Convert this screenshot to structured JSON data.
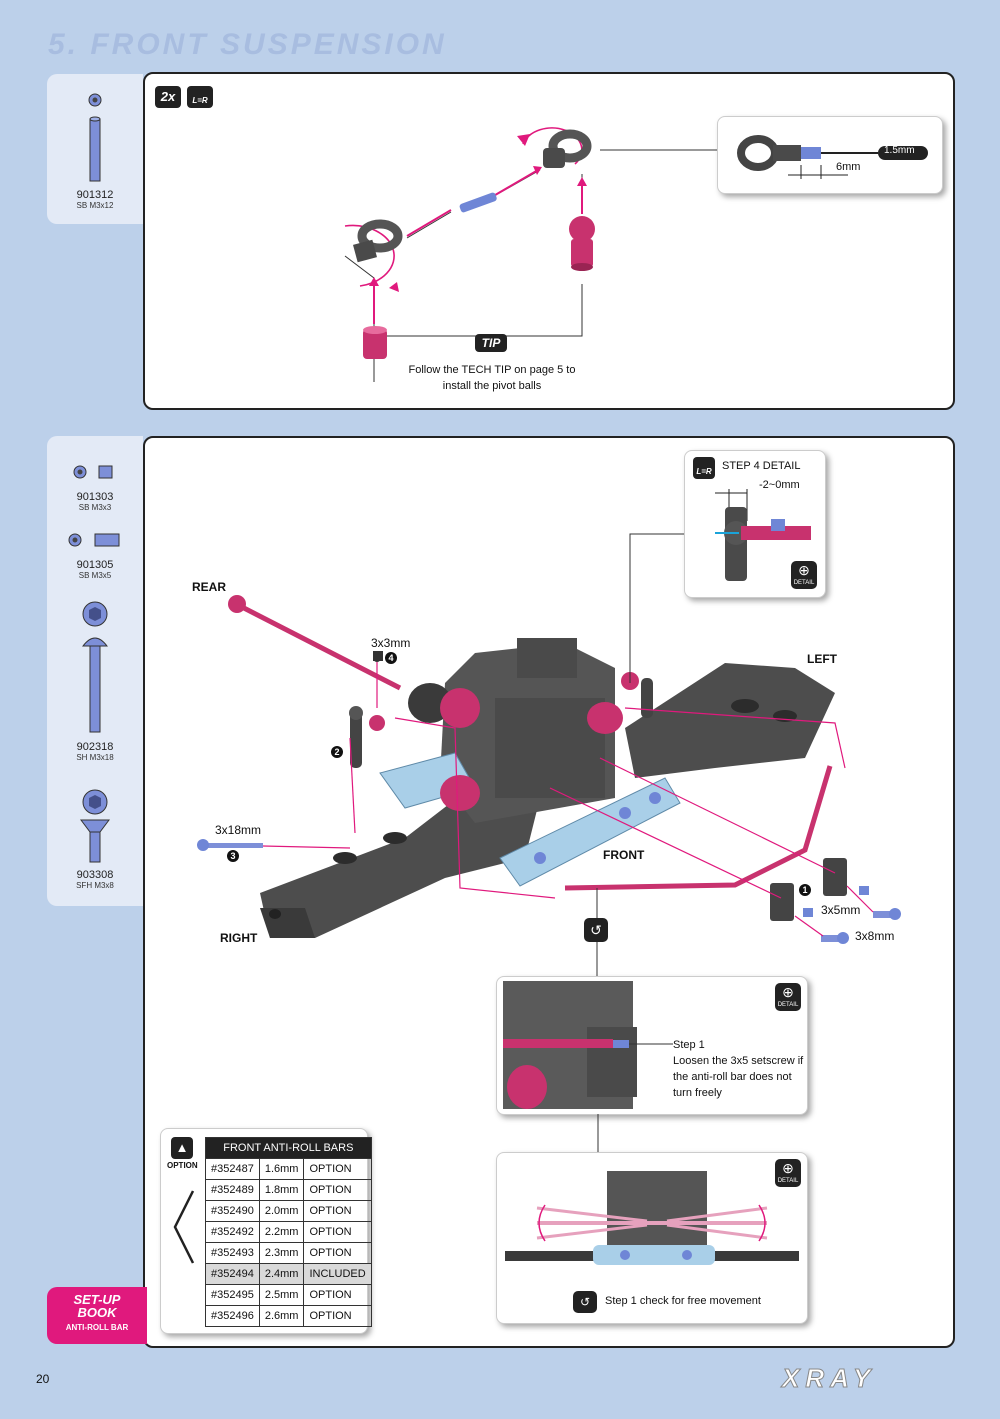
{
  "page": {
    "title": "5. FRONT SUSPENSION",
    "page_number": "20",
    "logo": "XRAY"
  },
  "parts_top": [
    {
      "number": "901312",
      "desc": "SB M3x12"
    }
  ],
  "parts_bottom": [
    {
      "number": "901303",
      "desc": "SB M3x3"
    },
    {
      "number": "901305",
      "desc": "SB M3x5"
    },
    {
      "number": "902318",
      "desc": "SH M3x18"
    },
    {
      "number": "903308",
      "desc": "SFH M3x8"
    }
  ],
  "step1": {
    "qty_badge": "2x",
    "lr_badge": "L=R",
    "tip_badge": "TIP",
    "tip_text_1": "Follow the TECH TIP on page 5 to",
    "tip_text_2": "install the pivot balls",
    "tool_size": "1.5mm",
    "dimension": "6mm"
  },
  "step2": {
    "labels": {
      "rear": "REAR",
      "left": "LEFT",
      "front": "FRONT",
      "right": "RIGHT",
      "screw_3x3": "3x3mm",
      "screw_3x18": "3x18mm",
      "screw_3x5": "3x5mm",
      "screw_3x8": "3x8mm",
      "num_1": "1",
      "num_2": "2",
      "num_3": "3",
      "num_4": "4"
    },
    "detail_top": {
      "lr": "L=R",
      "title": "STEP 4 DETAIL",
      "dimension": "-2~0mm",
      "detail_icon": "DETAIL"
    },
    "detail_mid": {
      "detail_icon": "DETAIL",
      "step": "Step 1",
      "text_1": "Loosen the 3x5 setscrew if",
      "text_2": "the anti-roll bar does not",
      "text_3": "turn freely"
    },
    "detail_bottom": {
      "detail_icon": "DETAIL",
      "text": "Step 1 check for free movement"
    },
    "option_label": "OPTION",
    "table": {
      "header": "FRONT ANTI-ROLL BARS",
      "rows": [
        {
          "part": "#352487",
          "size": "1.6mm",
          "status": "OPTION"
        },
        {
          "part": "#352489",
          "size": "1.8mm",
          "status": "OPTION"
        },
        {
          "part": "#352490",
          "size": "2.0mm",
          "status": "OPTION"
        },
        {
          "part": "#352492",
          "size": "2.2mm",
          "status": "OPTION"
        },
        {
          "part": "#352493",
          "size": "2.3mm",
          "status": "OPTION"
        },
        {
          "part": "#352494",
          "size": "2.4mm",
          "status": "INCLUDED"
        },
        {
          "part": "#352495",
          "size": "2.5mm",
          "status": "OPTION"
        },
        {
          "part": "#352496",
          "size": "2.6mm",
          "status": "OPTION"
        }
      ]
    }
  },
  "setup_book": {
    "line1": "SET-UP",
    "line2": "BOOK",
    "line3": "ANTI-ROLL BAR"
  },
  "colors": {
    "background": "#bcd0ea",
    "part_magenta": "#c8326e",
    "part_dark": "#4a4a4a",
    "part_blue": "#6f86d6",
    "setup_pink": "#e0197d"
  }
}
